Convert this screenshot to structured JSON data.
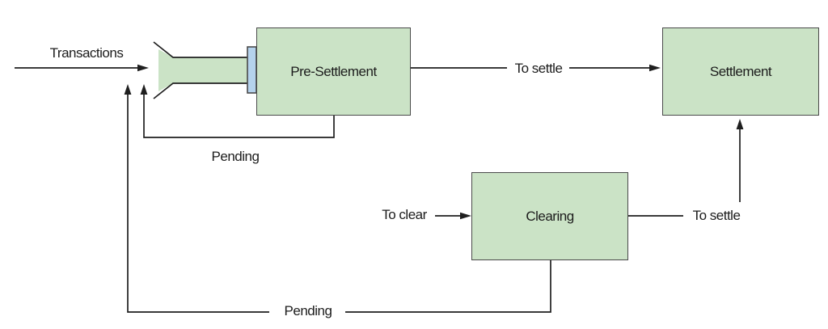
{
  "colors": {
    "background": "#ffffff",
    "node_fill": "#cbe3c6",
    "node_border": "#4a4a4a",
    "connector_fill": "#b5d3ed",
    "line": "#1f1f1f",
    "text": "#1c1c1c"
  },
  "nodes": {
    "pre_settlement": {
      "label": "Pre-Settlement"
    },
    "settlement": {
      "label": "Settlement"
    },
    "clearing": {
      "label": "Clearing"
    }
  },
  "edge_labels": {
    "transactions": "Transactions",
    "to_settle_top": "To settle",
    "pending_upper": "Pending",
    "to_clear": "To clear",
    "to_settle_right": "To settle",
    "pending_bottom": "Pending"
  }
}
